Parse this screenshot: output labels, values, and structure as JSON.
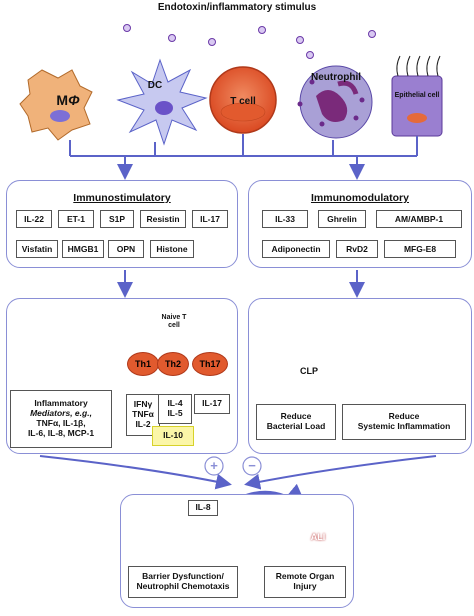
{
  "title": "Endotoxin/inflammatory stimulus",
  "cells": {
    "macrophage": "M",
    "macrophage_phi": "Φ",
    "dc": "DC",
    "tcell": "T cell",
    "neutrophil": "Neutrophil",
    "epithelial": "Epithelial cell"
  },
  "left_panel": {
    "title": "Immunostimulatory",
    "items": [
      "IL-22",
      "ET-1",
      "S1P",
      "Resistin",
      "IL-17",
      "Visfatin",
      "HMGB1",
      "OPN",
      "Histone"
    ]
  },
  "right_panel": {
    "title": "Immunomodulatory",
    "items": [
      "IL-33",
      "Ghrelin",
      "AM/AMBP-1",
      "Adiponectin",
      "RvD2",
      "MFG-E8"
    ]
  },
  "mid_left": {
    "naive": "Naive T cell",
    "th1": "Th1",
    "th2": "Th2",
    "th17": "Th17",
    "th1_out": [
      "IFNγ",
      "TNFα",
      "IL-2"
    ],
    "th2_out": [
      "IL-4",
      "IL-5"
    ],
    "th17_out": "IL-17",
    "il10": "IL-10",
    "mediators": [
      "Inflammatory",
      "Mediators, e.g.,",
      "TNFα, IL-1β,",
      "IL-6, IL-8, MCP-1"
    ]
  },
  "mid_right": {
    "clp": "CLP",
    "reduce_load": [
      "Reduce",
      "Bacterial Load"
    ],
    "reduce_inflam": [
      "Reduce",
      "Systemic Inflammation"
    ]
  },
  "signs": {
    "plus": "+",
    "minus": "−"
  },
  "bottom": {
    "il8": "IL-8",
    "ali": "ALI",
    "barrier": [
      "Barrier Dysfunction/",
      "Neutrophil Chemotaxis"
    ],
    "remote": [
      "Remote Organ",
      "Injury"
    ]
  },
  "colors": {
    "panel_border": "#8a8fd6",
    "arrow": "#5b63c8",
    "macrophage": "#f0b27a",
    "dc": "#c7c9f0",
    "tcell": "#e15a2e",
    "neutrophil": "#a9a0d6",
    "epithelial": "#9a7fd0",
    "il10_fill": "#fbf6a8",
    "il10_border": "#d7d22a"
  }
}
